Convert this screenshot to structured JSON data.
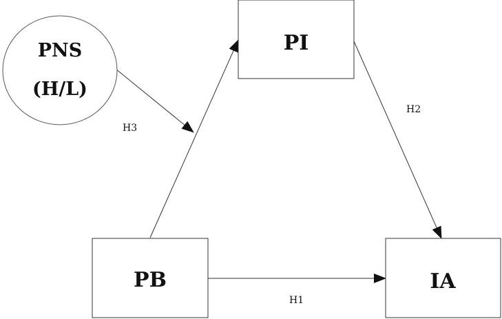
{
  "diagram": {
    "nodes": {
      "pi": {
        "label": "PI"
      },
      "pb": {
        "label": "PB"
      },
      "ia": {
        "label": "IA"
      },
      "pns": {
        "line1": "PNS",
        "line2": "(H/L)"
      }
    },
    "edges": {
      "h1": {
        "label": "H1"
      },
      "h2": {
        "label": "H2"
      },
      "h3": {
        "label": "H3"
      }
    }
  }
}
